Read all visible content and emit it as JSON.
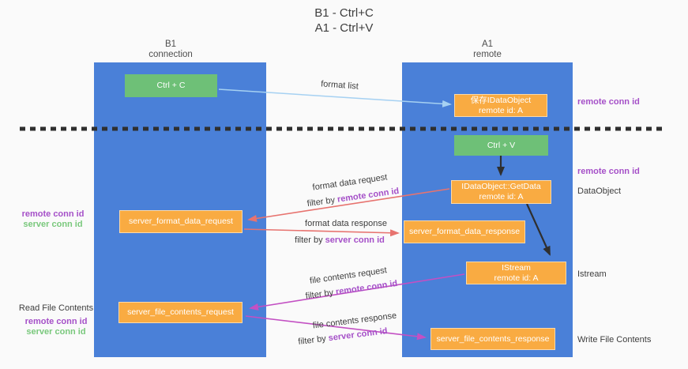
{
  "title": {
    "line1": "B1 - Ctrl+C",
    "line2": "A1 - Ctrl+V"
  },
  "lanes": {
    "left": {
      "header1": "B1",
      "header2": "connection"
    },
    "right": {
      "header1": "A1",
      "header2": "remote"
    }
  },
  "nodes": {
    "ctrl_c": {
      "label": "Ctrl + C"
    },
    "save_idataobject": {
      "line1": "保存IDataObject",
      "line2": "remote id: A"
    },
    "ctrl_v": {
      "label": "Ctrl + V"
    },
    "getdata": {
      "line1": "IDataObject::GetData",
      "line2": "remote id: A"
    },
    "format_request": {
      "label": "server_format_data_request"
    },
    "format_response": {
      "label": "server_format_data_response"
    },
    "istream": {
      "line1": "IStream",
      "line2": "remote id: A"
    },
    "file_request": {
      "label": "server_file_contents_request"
    },
    "file_response": {
      "label": "server_file_contents_response"
    }
  },
  "edge_labels": {
    "format_list": "format list",
    "format_data_request": "format data request",
    "format_data_response": "format data response",
    "file_contents_request": "file contents request",
    "file_contents_response": "file contents response",
    "filter_by": "filter by ",
    "remote_conn_id": "remote conn id",
    "server_conn_id": "server conn id"
  },
  "side_labels": {
    "remote_conn_id": "remote conn id",
    "server_conn_id": "server conn id",
    "dataobject": "DataObject",
    "istream": "Istream",
    "read_file_contents": "Read File Contents",
    "write_file_contents": "Write File Contents"
  },
  "colors": {
    "lane_blue": "#4a80d8",
    "node_green": "#6ec077",
    "node_orange": "#f9ab42",
    "remote_conn_purple": "#a550c8",
    "server_conn_green": "#79c87c",
    "arrow_red": "#e7736f",
    "arrow_magenta": "#c350c3",
    "arrow_light_blue": "#a6d1f2",
    "arrow_black": "#2f2f2f"
  }
}
